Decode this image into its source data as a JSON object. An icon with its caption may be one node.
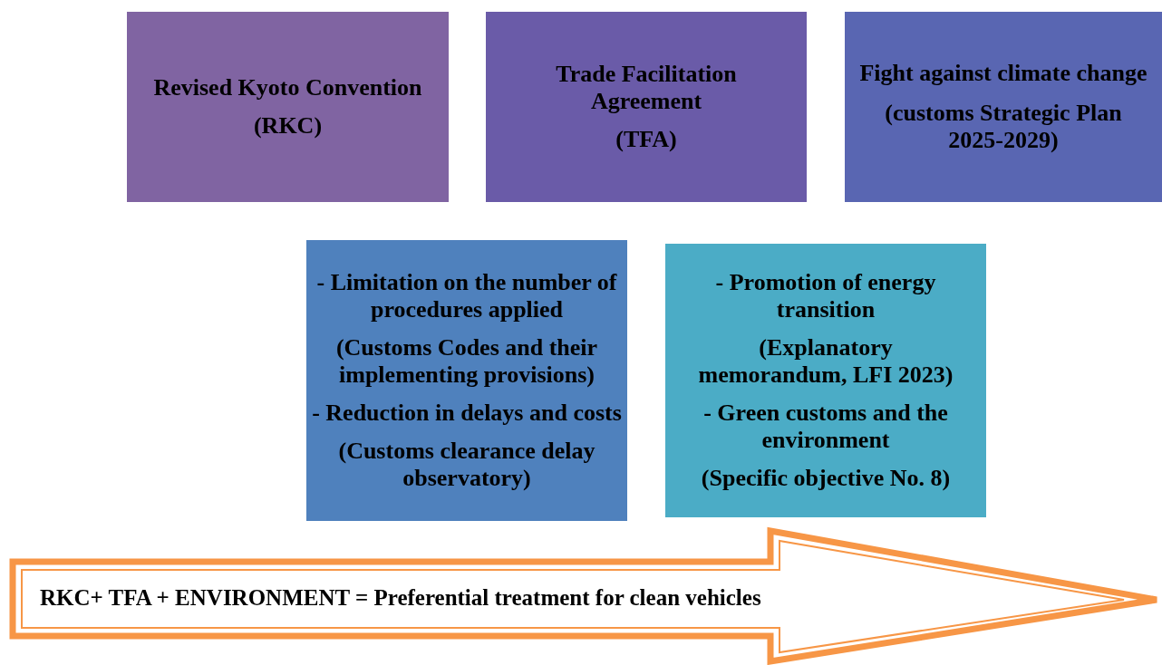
{
  "diagram": {
    "nodes": [
      {
        "text": [
          "Revised Kyoto Convention",
          "(RKC)"
        ]
      },
      {
        "text": [
          "Trade Facilitation Agreement",
          "(TFA)"
        ]
      },
      {
        "text": [
          "Fight against climate change",
          "(customs Strategic Plan 2025-2029)"
        ]
      },
      {
        "text": [
          "- Limitation on the number of procedures applied",
          "(Customs Codes and their implementing provisions)",
          "- Reduction in delays and costs",
          "(Customs clearance delay observatory)"
        ]
      },
      {
        "text": [
          "- Promotion of energy transition",
          "(Explanatory memorandum, LFI 2023)",
          "- Green customs and the environment",
          "(Specific objective No. 8)"
        ]
      },
      {
        "text": [
          "RKC+ TFA + ENVIRONMENT = Preferential treatment for clean vehicles"
        ]
      }
    ],
    "edges": []
  }
}
